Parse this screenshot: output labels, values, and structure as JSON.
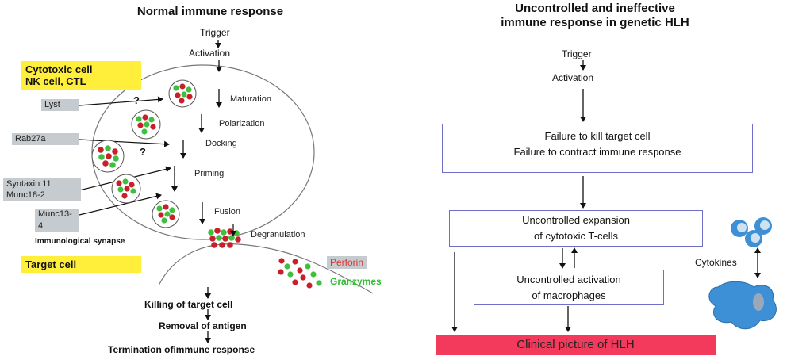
{
  "left": {
    "title": "Normal immune response",
    "trigger": "Trigger",
    "activation": "Activation",
    "cytotoxic_cell": [
      "Cytotoxic cell",
      "NK cell, CTL"
    ],
    "steps": [
      "Maturation",
      "Polarization",
      "Docking",
      "Priming",
      "Fusion",
      "Degranulation"
    ],
    "proteins": [
      "Lyst",
      "Rab27a",
      "Syntaxin 11",
      "Munc18-2",
      "Munc13-4"
    ],
    "unknown_marks": [
      "?",
      "?"
    ],
    "synapse_label": "Immunological synapse",
    "target_cell": "Target cell",
    "perforin": "Perforin",
    "granzymes": "Granzymes",
    "outcomes": [
      "Killing of target cell",
      "Removal of antigen",
      "Termination ofimmune response"
    ]
  },
  "right": {
    "title": [
      "Uncontrolled and ineffective",
      "immune response in genetic HLH"
    ],
    "trigger": "Trigger",
    "activation": "Activation",
    "failure": [
      "Failure to kill target cell",
      "Failure to contract immune response"
    ],
    "expansion": [
      "Uncontrolled expansion",
      "of cytotoxic T-cells"
    ],
    "macrophages": [
      "Uncontrolled activation",
      "of macrophages"
    ],
    "cytokines": "Cytokines",
    "clinical": "Clinical picture of HLH"
  },
  "colors": {
    "yellow_box": "#ffef3a",
    "gray_box": "#c5cbcf",
    "box_border": "#6f6fc9",
    "clinical_bar": "#f43a5c",
    "granule_red": "#c8202a",
    "granule_green": "#3fbf3f",
    "perforin_text": "#e23030",
    "granzymes_text": "#2fbf2f",
    "cell_blue": "#3d8fd6"
  }
}
